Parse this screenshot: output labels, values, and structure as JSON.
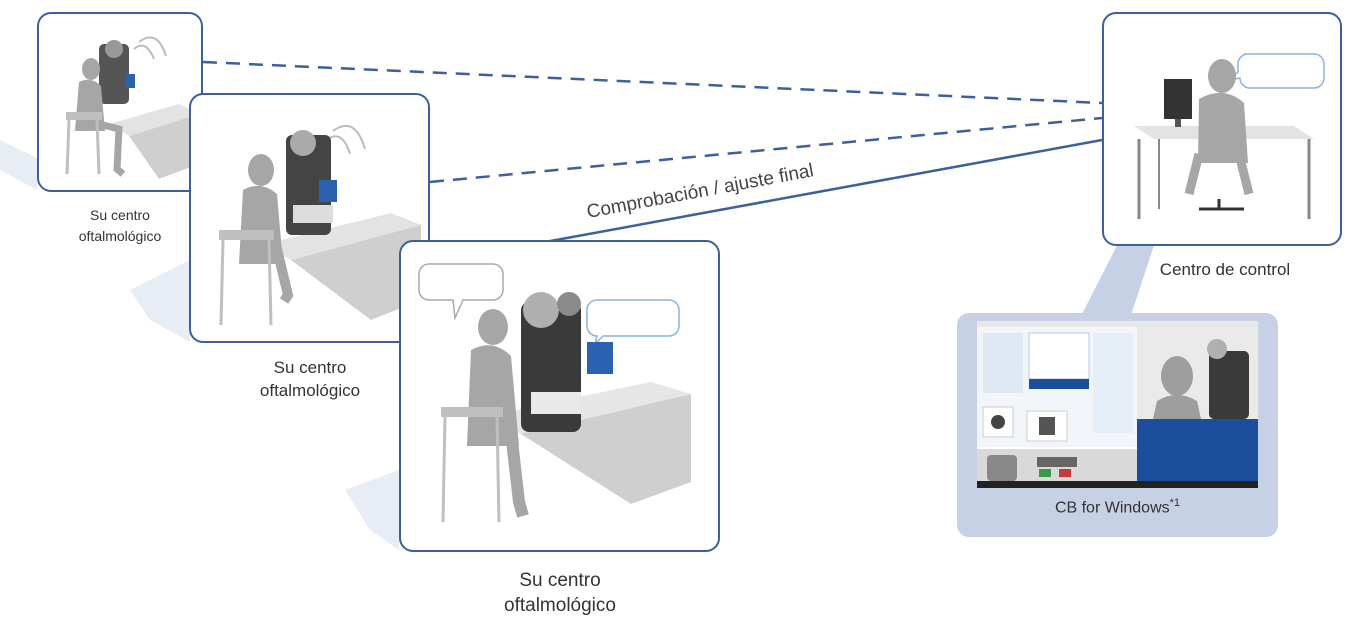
{
  "clinics": [
    {
      "label_line1": "Su centro",
      "label_line2": "oftalmológico"
    },
    {
      "label_line1": "Su centro",
      "label_line2": "oftalmológico"
    },
    {
      "label_line1": "Su centro",
      "label_line2": "oftalmológico"
    }
  ],
  "control_center": {
    "label": "Centro de control"
  },
  "connection_label": "Comprobación / ajuste final",
  "software": {
    "name": "CB for Windows",
    "footnote": "*1"
  },
  "colors": {
    "frame": "#3d5f9e",
    "line": "#3d5f9e",
    "silhouette": "#a6a6a6",
    "panel": "#c7d1e6",
    "screen_blue": "#1b4f9c",
    "bubble": "#8ab4e0"
  }
}
